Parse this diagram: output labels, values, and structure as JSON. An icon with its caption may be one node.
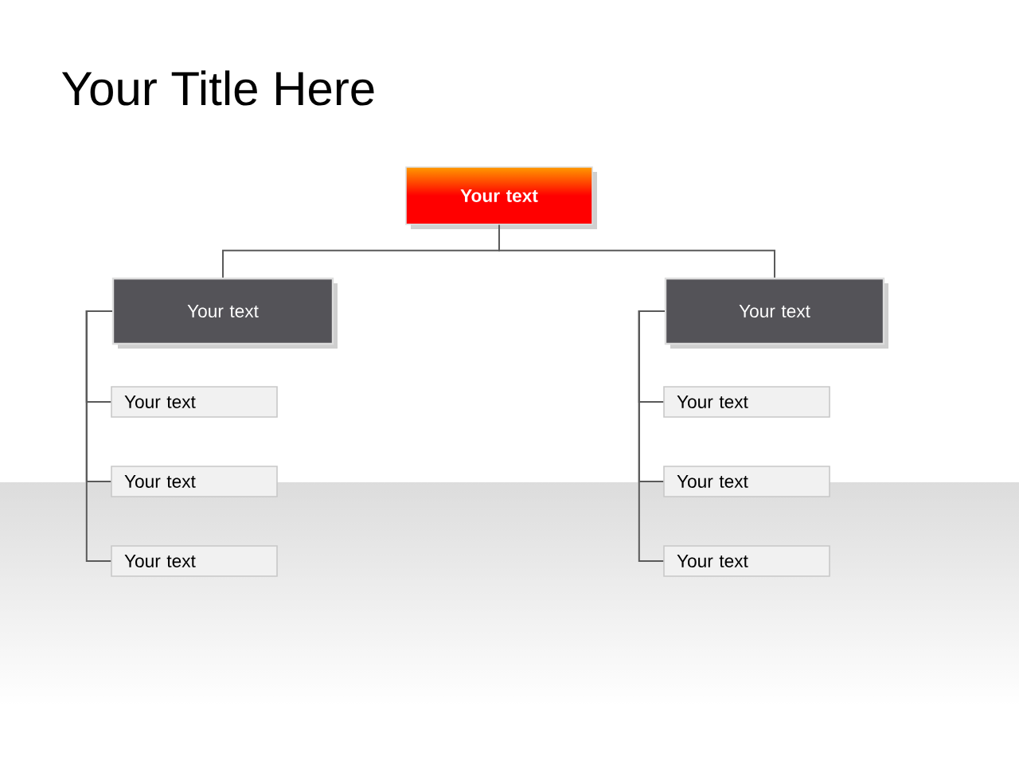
{
  "diagram": {
    "title": "Your Title Here",
    "nodes": [
      {
        "text": [
          "Your text"
        ]
      },
      {
        "text": [
          "Your text"
        ]
      },
      {
        "text": [
          "Your text"
        ]
      },
      {
        "text": [
          "Your text"
        ]
      },
      {
        "text": [
          "Your text"
        ]
      },
      {
        "text": [
          "Your text"
        ]
      },
      {
        "text": [
          "Your text"
        ]
      },
      {
        "text": [
          "Your text"
        ]
      },
      {
        "text": [
          "Your text"
        ]
      }
    ],
    "edges": [
      {
        "from": 0,
        "to": 1,
        "arrow": "none"
      },
      {
        "from": 0,
        "to": 2,
        "arrow": "none"
      },
      {
        "from": 1,
        "to": 3,
        "arrow": "none"
      },
      {
        "from": 1,
        "to": 4,
        "arrow": "none"
      },
      {
        "from": 1,
        "to": 5,
        "arrow": "none"
      },
      {
        "from": 2,
        "to": 6,
        "arrow": "none"
      },
      {
        "from": 2,
        "to": 7,
        "arrow": "none"
      },
      {
        "from": 2,
        "to": 8,
        "arrow": "none"
      }
    ]
  }
}
